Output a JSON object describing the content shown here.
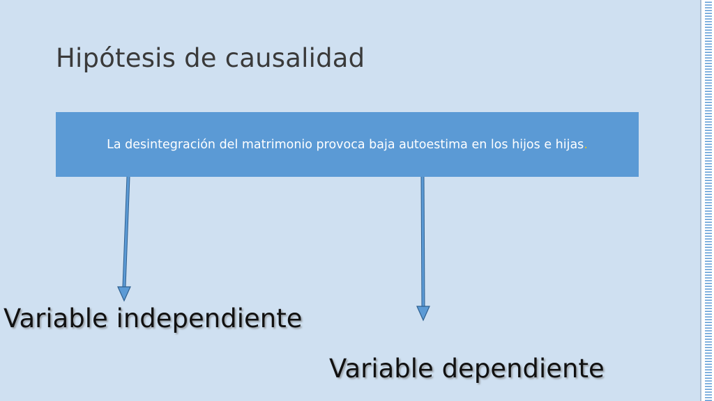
{
  "slide": {
    "title": "Hipótesis de causalidad",
    "hypothesis": {
      "text": "La desintegración del matrimonio  provoca baja autoestima en los hijos e hijas",
      "period": "."
    },
    "labels": {
      "independent": "Variable independiente",
      "dependent": "Variable dependiente"
    }
  },
  "colors": {
    "background": "#cfe0f1",
    "box": "#5b9ad5",
    "box_text": "#ffffff",
    "arrow": "#5b9ad5"
  }
}
